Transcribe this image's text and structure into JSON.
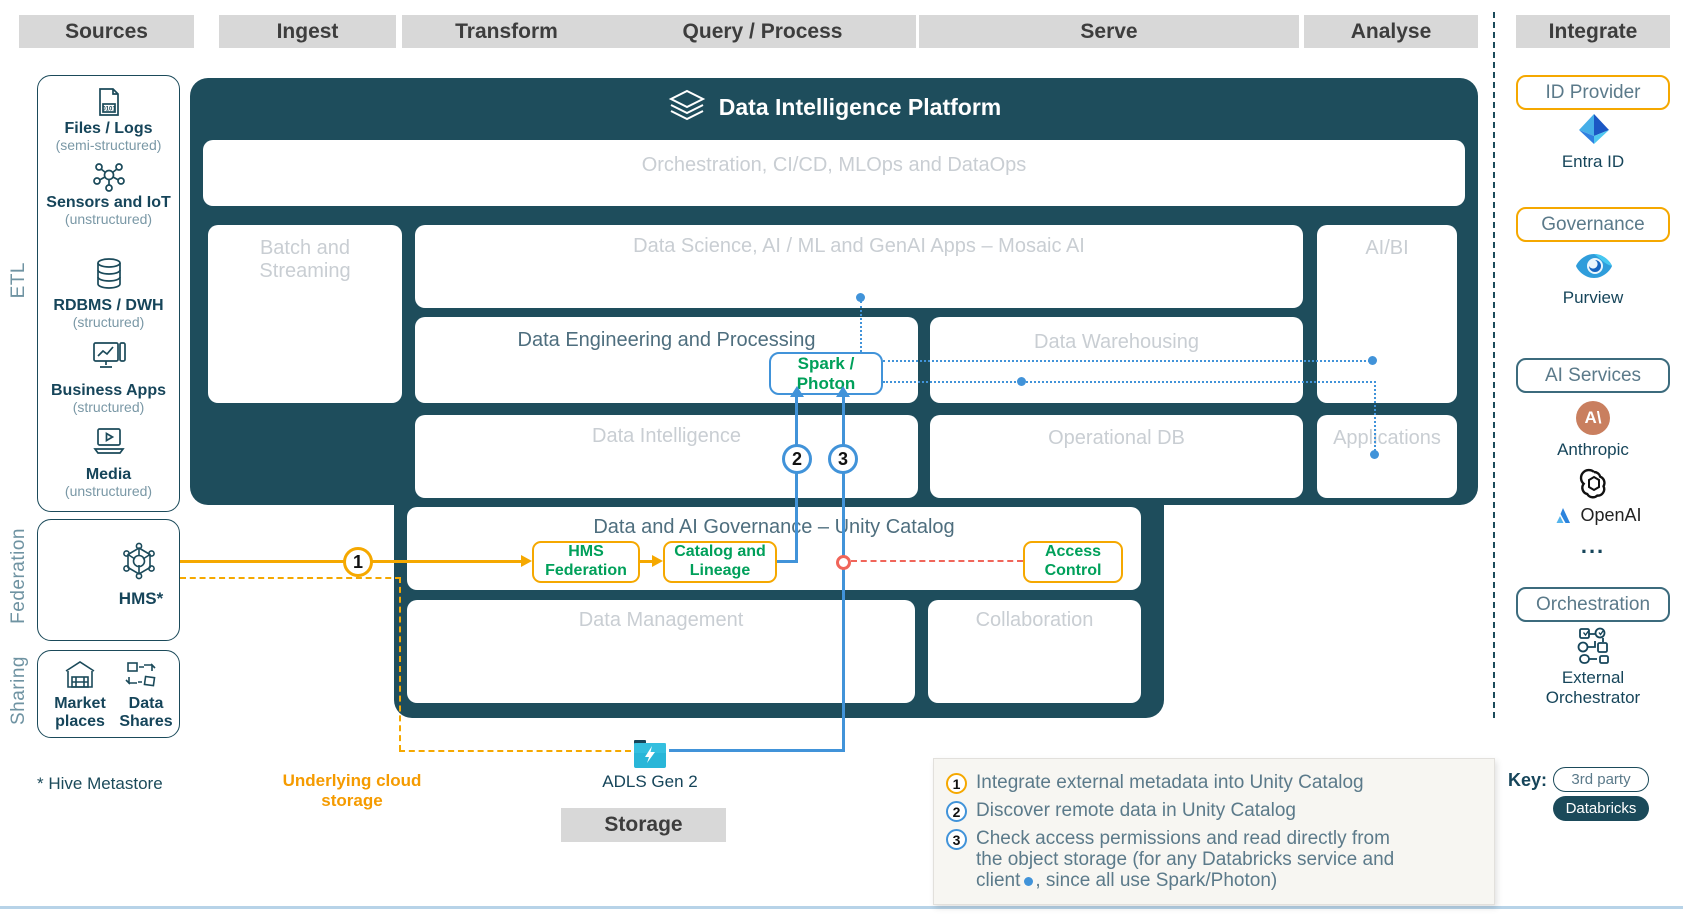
{
  "pills": {
    "sources": "Sources",
    "ingest": "Ingest",
    "transform": "Transform",
    "query": "Query / Process",
    "serve": "Serve",
    "analyse": "Analyse",
    "integrate": "Integrate"
  },
  "left_rail": {
    "group_etl": "ETL",
    "group_federation": "Federation",
    "group_sharing": "Sharing",
    "items": [
      {
        "name": "Files / Logs",
        "sub": "(semi-structured)"
      },
      {
        "name": "Sensors and IoT",
        "sub": "(unstructured)"
      },
      {
        "name": "RDBMS / DWH",
        "sub": "(structured)"
      },
      {
        "name": "Business Apps",
        "sub": "(structured)"
      },
      {
        "name": "Media",
        "sub": "(unstructured)"
      }
    ],
    "hms": "HMS*",
    "marketplaces_l1": "Market",
    "marketplaces_l2": "places",
    "datashares_l1": "Data",
    "datashares_l2": "Shares",
    "footnote": "* Hive Metastore"
  },
  "platform": {
    "title": "Data Intelligence Platform",
    "orchestration": "Orchestration, CI/CD, MLOps and DataOps",
    "batch_l1": "Batch and",
    "batch_l2": "Streaming",
    "data_science": "Data Science, AI / ML and GenAI Apps – Mosaic AI",
    "aibi": "AI/BI",
    "data_eng": "Data Engineering and Processing",
    "spark_l1": "Spark /",
    "spark_l2": "Photon",
    "data_warehousing": "Data Warehousing",
    "data_intelligence": "Data Intelligence",
    "operational_db": "Operational DB",
    "applications": "Applications",
    "governance_title": "Data and AI Governance – Unity Catalog",
    "hms_fed_l1": "HMS",
    "hms_fed_l2": "Federation",
    "catalog_l1": "Catalog and",
    "catalog_l2": "Lineage",
    "access_l1": "Access",
    "access_l2": "Control",
    "data_management": "Data Management",
    "collaboration": "Collaboration"
  },
  "storage": {
    "underlying": "Underlying cloud storage",
    "adls": "ADLS Gen 2",
    "pill": "Storage"
  },
  "markers": {
    "one": "1",
    "two": "2",
    "three": "3"
  },
  "legend": {
    "items": [
      {
        "num": "1",
        "text": "Integrate external metadata into Unity Catalog"
      },
      {
        "num": "2",
        "text": "Discover remote data in Unity Catalog"
      },
      {
        "num": "3",
        "line1": "Check access permissions and read directly from",
        "line2": "the object storage (for any Databricks service and",
        "line3_pre": "client",
        "line3_post": ", since all use Spark/Photon)"
      }
    ],
    "key_label": "Key:",
    "key_3rd": "3rd party",
    "key_db": "Databricks"
  },
  "integrate_rail": {
    "id_provider": "ID Provider",
    "entra": "Entra ID",
    "governance": "Governance",
    "purview": "Purview",
    "ai_services": "AI Services",
    "anthropic": "Anthropic",
    "openai": "OpenAI",
    "more": "...",
    "orchestration": "Orchestration",
    "external_l1": "External",
    "external_l2": "Orchestrator"
  },
  "colors": {
    "teal": "#1e4d5c",
    "outline": "#1b4a5a",
    "gray_text": "#c9ced3",
    "slate_text": "#4e6e7e",
    "green": "#00a05a",
    "orange": "#f5a800",
    "blue": "#4193d9",
    "coral": "#f0655a",
    "pill_gray": "#d8d8d8",
    "adls_cyan": "#29b6d8",
    "anthropic": "#c97f5f"
  }
}
